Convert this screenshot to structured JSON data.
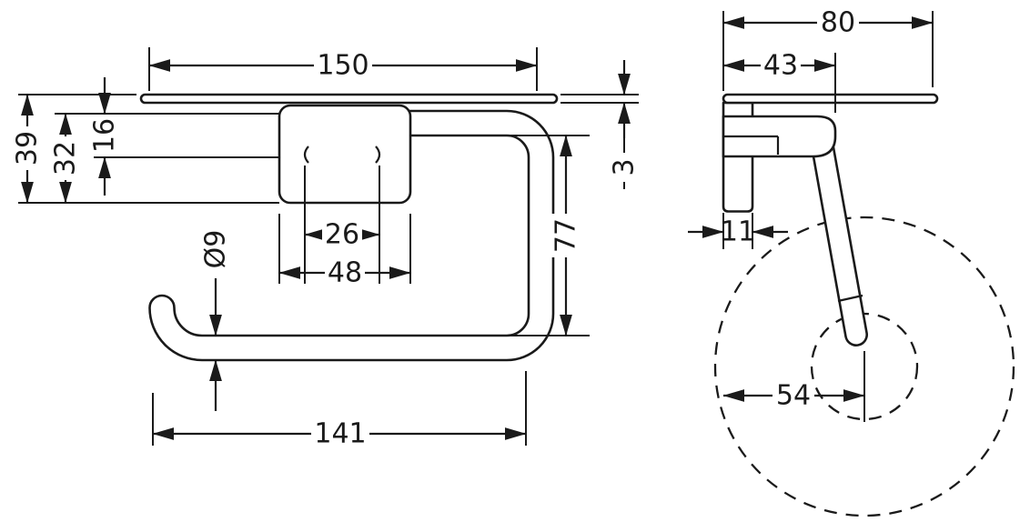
{
  "drawing": {
    "front_view": {
      "dims": {
        "shelf_width": "150",
        "total_height": "39",
        "plate_height": "32",
        "bar_top_offset": "16",
        "plate_inner_width": "26",
        "plate_width": "48",
        "bar_diameter": "Ø9",
        "bar_width": "141",
        "bar_height": "77",
        "shelf_thickness": "3"
      }
    },
    "side_view": {
      "dims": {
        "shelf_depth": "80",
        "bracket_depth": "43",
        "wall_offset": "11",
        "roll_axis_offset": "54"
      }
    }
  }
}
